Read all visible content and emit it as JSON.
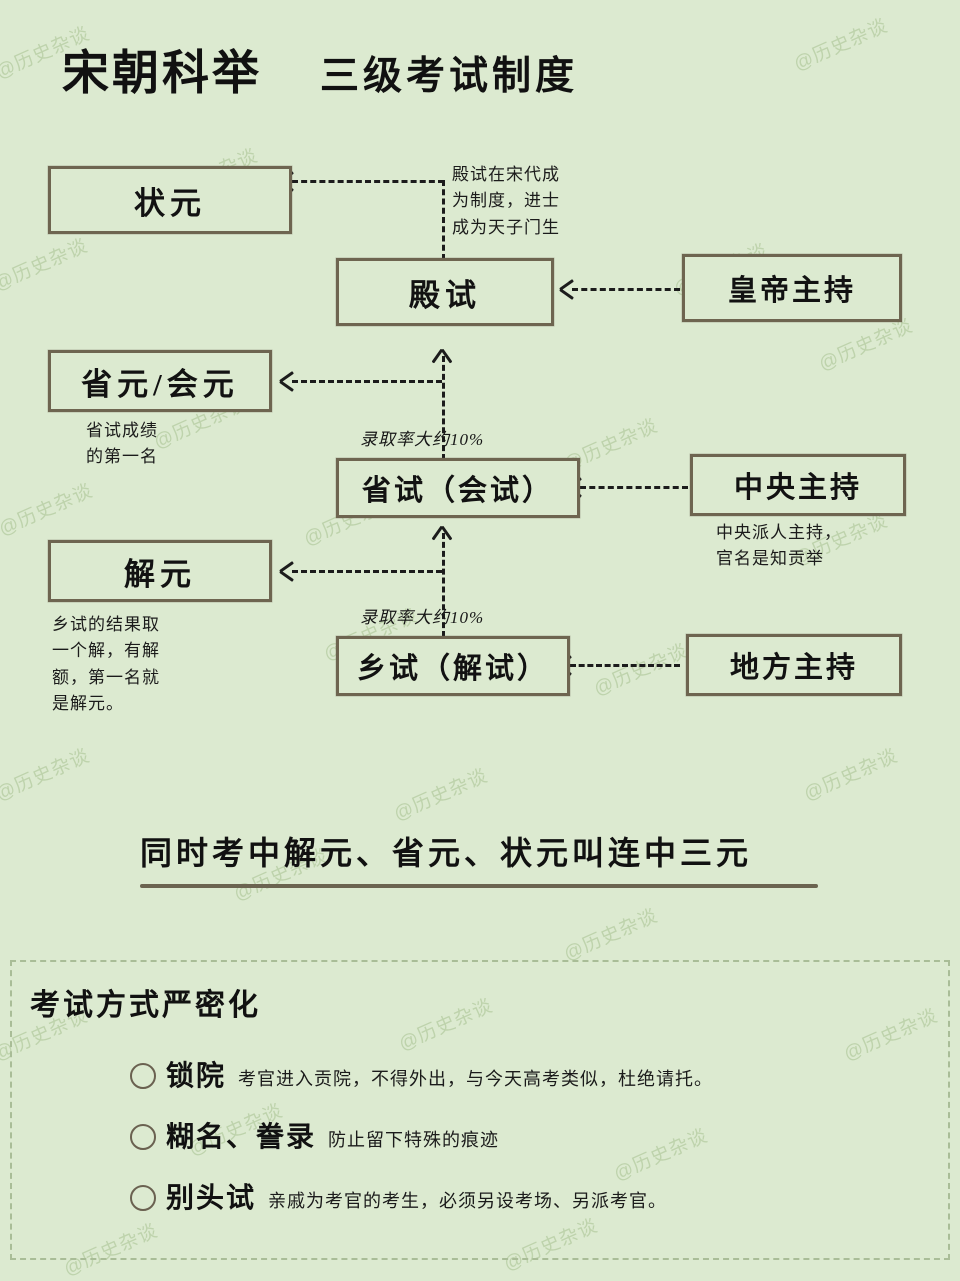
{
  "page": {
    "background_color": "#dcead0",
    "box_border_color": "#6e6550",
    "line_color": "#1c1c1c",
    "watermark_text": "@历史杂谈"
  },
  "header": {
    "title": "宋朝科举",
    "subtitle": "三级考试制度"
  },
  "diagram": {
    "boxes": {
      "zhuangyuan": "状元",
      "dianshi": "殿试",
      "huangdi": "皇帝主持",
      "shengyuan": "省元/会元",
      "shengshi": "省试（会试）",
      "zhongyang": "中央主持",
      "jieyuan": "解元",
      "xiangshi": "乡试（解试）",
      "difang": "地方主持"
    },
    "notes": {
      "dianshi_note": "殿试在宋代成\n为制度，进士\n成为天子门生",
      "shengyuan_note": "省试成绩\n的第一名",
      "zhongyang_note": "中央派人主持，\n官名是知贡举",
      "jieyuan_note": "乡试的结果取\n一个解，有解\n额，第一名就\n是解元。"
    },
    "rates": {
      "dianshi_rate": "录取率大约10%",
      "shengshi_rate": "录取率大约10%"
    }
  },
  "summary": {
    "text": "同时考中解元、省元、状元叫连中三元"
  },
  "panel": {
    "title": "考试方式严密化",
    "items": [
      {
        "term": "锁院",
        "desc": "考官进入贡院，不得外出，与今天高考类似，杜绝请托。"
      },
      {
        "term": "糊名、誊录",
        "desc": "防止留下特殊的痕迹"
      },
      {
        "term": "别头试",
        "desc": "亲戚为考官的考生，必须另设考场、另派考官。"
      }
    ]
  }
}
